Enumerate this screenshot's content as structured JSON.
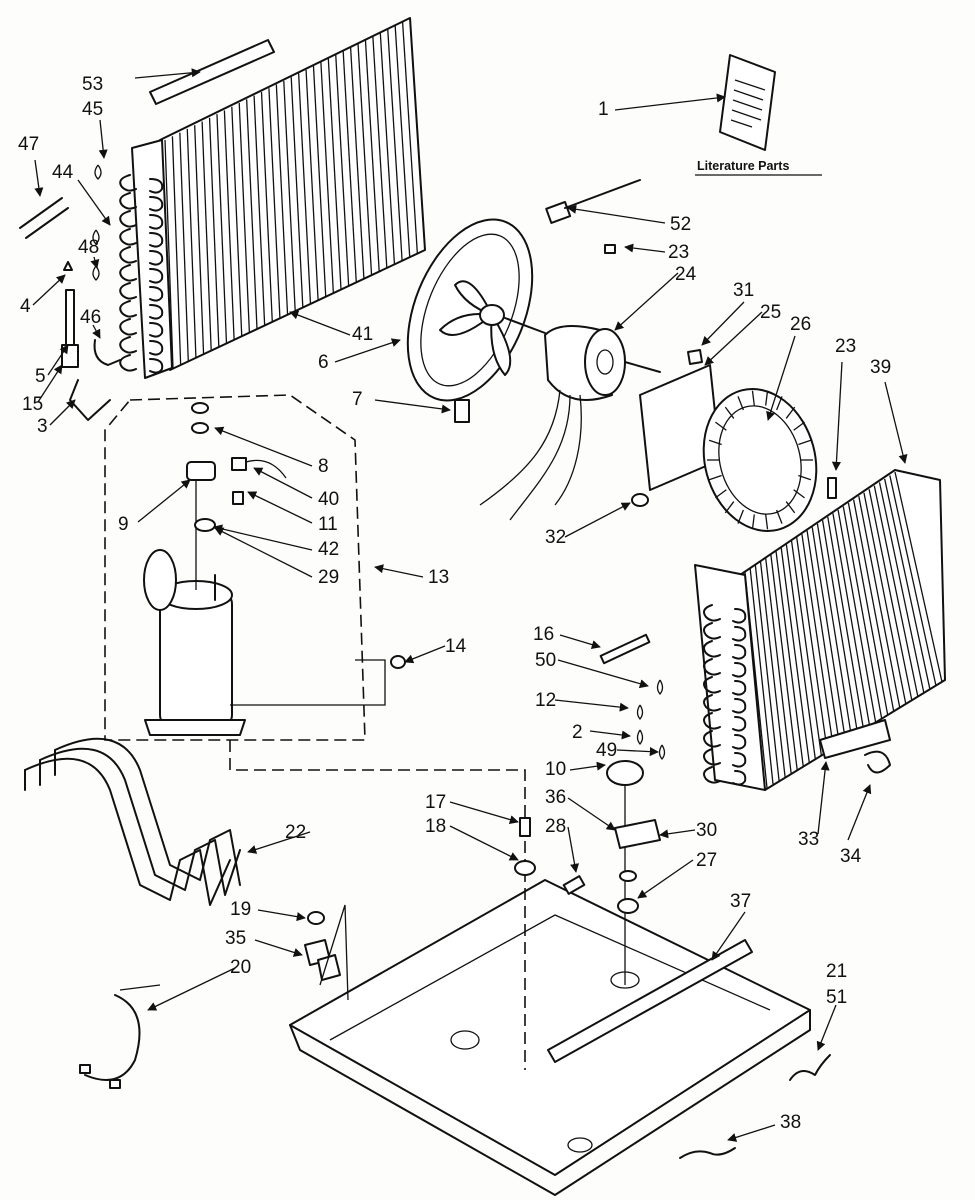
{
  "diagram": {
    "caption": "Literature Parts",
    "labels": [
      "1",
      "2",
      "3",
      "4",
      "5",
      "6",
      "7",
      "8",
      "9",
      "10",
      "11",
      "12",
      "13",
      "14",
      "15",
      "16",
      "17",
      "18",
      "19",
      "20",
      "21",
      "22",
      "23",
      "23",
      "24",
      "25",
      "26",
      "27",
      "28",
      "29",
      "30",
      "31",
      "32",
      "33",
      "34",
      "35",
      "36",
      "37",
      "38",
      "39",
      "40",
      "41",
      "42",
      "44",
      "45",
      "46",
      "47",
      "48",
      "49",
      "50",
      "51",
      "52",
      "53"
    ]
  }
}
